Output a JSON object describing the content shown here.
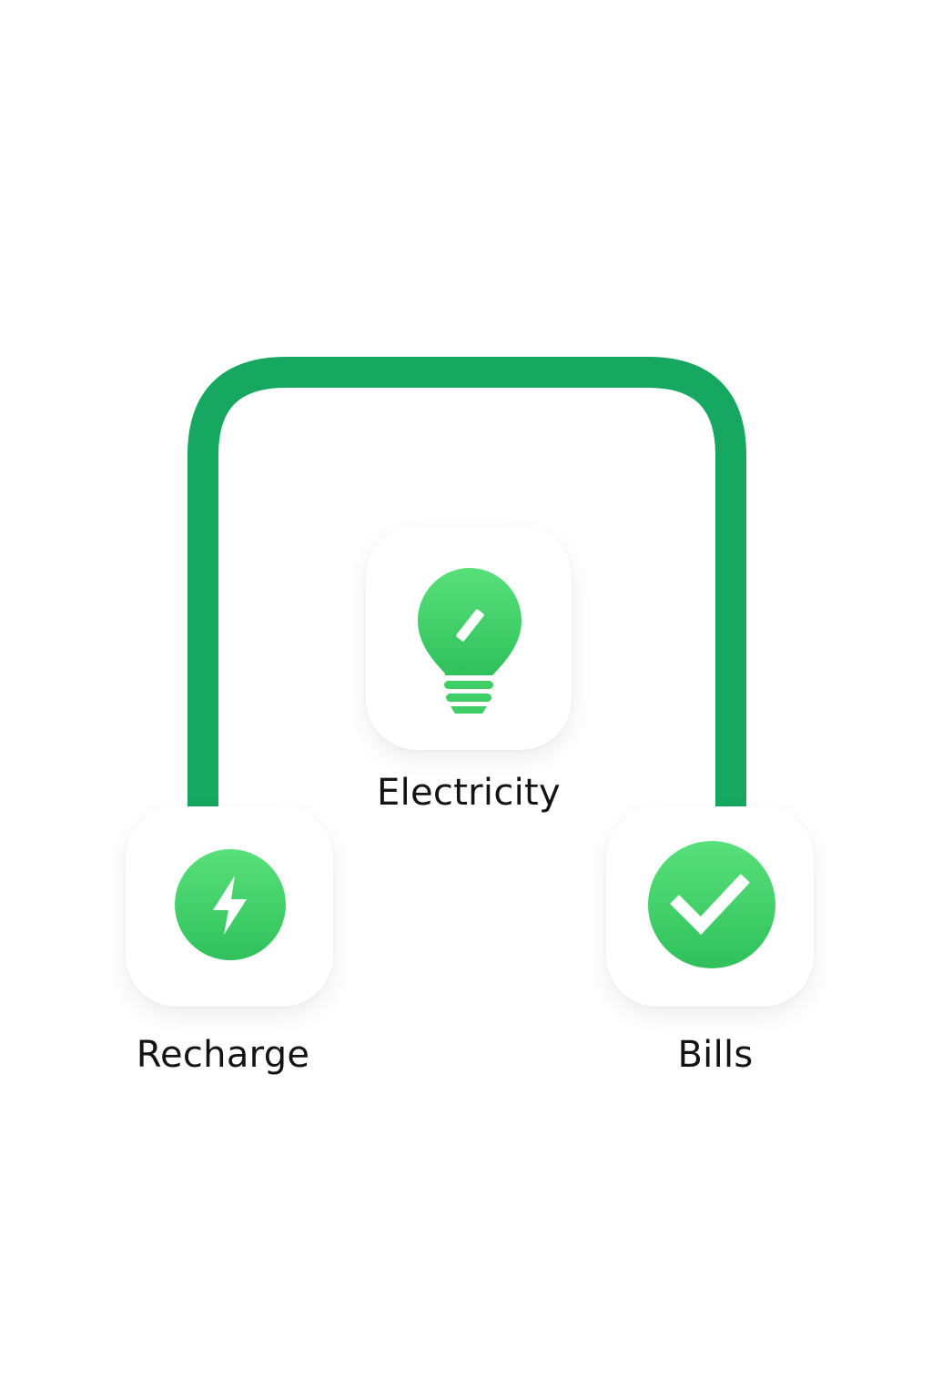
{
  "colors": {
    "connector": "#16a860",
    "icon_green_light": "#53de73",
    "icon_green_dark": "#32c35e",
    "label_text": "#141414",
    "background": "#ffffff"
  },
  "shortcuts": {
    "electricity": {
      "label": "Electricity",
      "icon": "lightbulb-icon"
    },
    "recharge": {
      "label": "Recharge",
      "icon": "lightning-bolt-icon"
    },
    "bills": {
      "label": "Bills",
      "icon": "checkmark-icon"
    }
  }
}
